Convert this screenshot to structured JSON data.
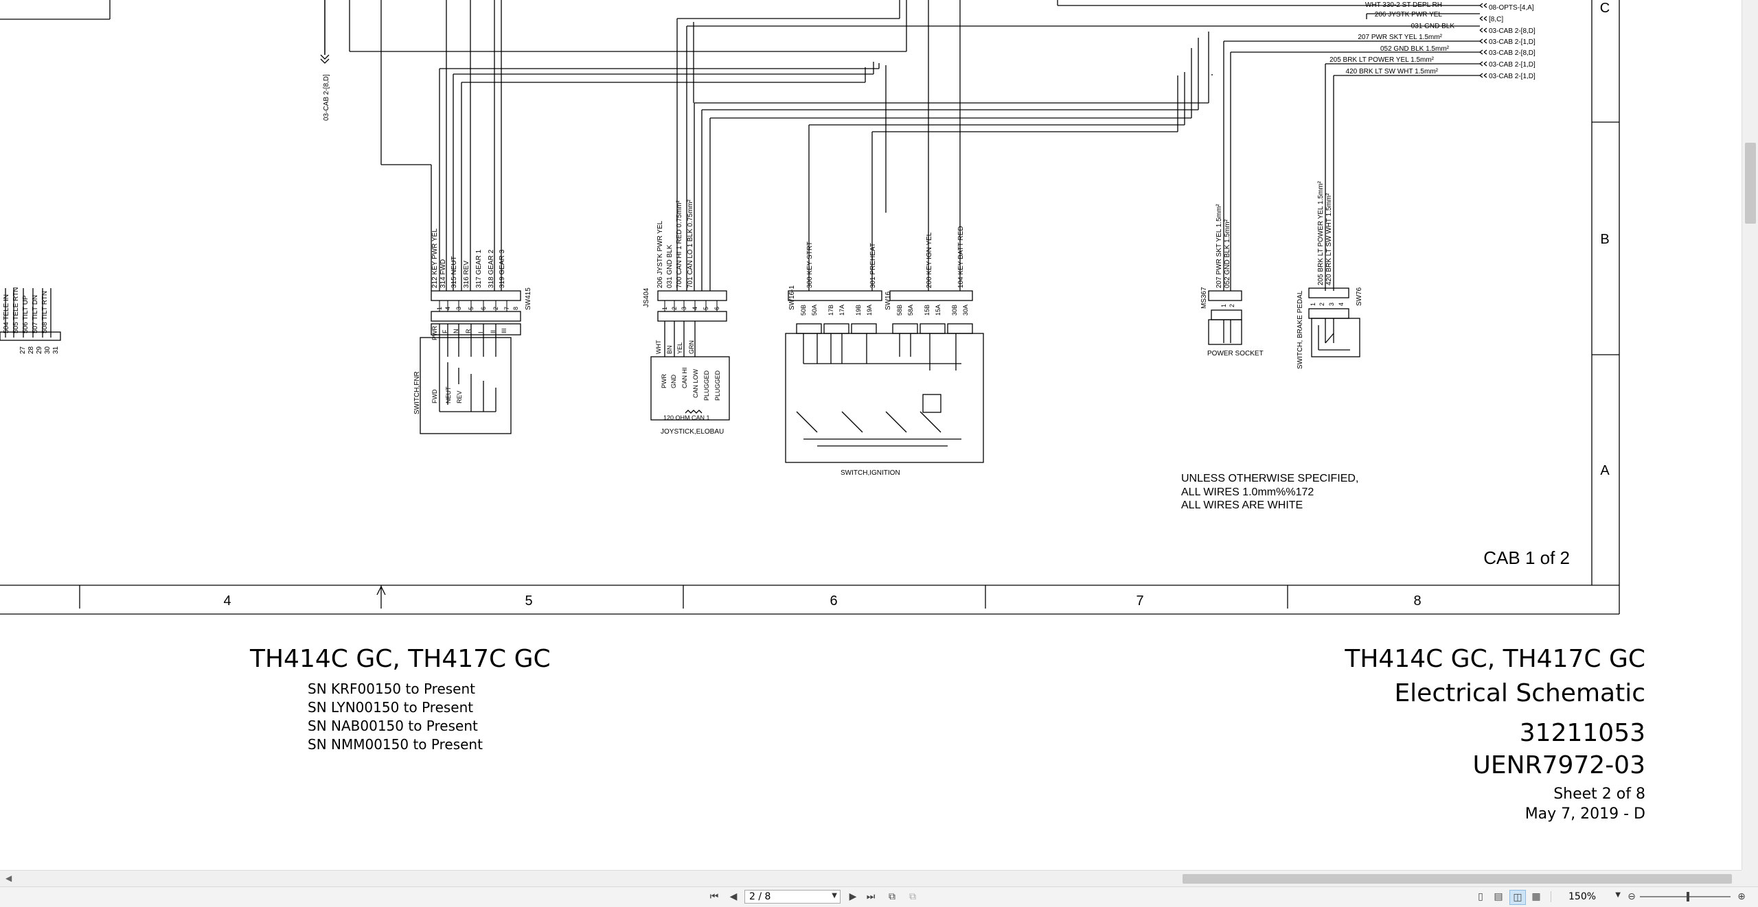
{
  "schematic": {
    "zone_letters": [
      "C",
      "B",
      "A"
    ],
    "zone_numbers": [
      "4",
      "5",
      "6",
      "7",
      "8"
    ],
    "sheet_label": "CAB 1 of 2",
    "note_lines": [
      "UNLESS OTHERWISE SPECIFIED,",
      "ALL WIRES 1.0mm%%172",
      "ALL WIRES ARE WHITE"
    ],
    "right_wires": [
      {
        "label": "WHT 330-2 ST DEPL RH",
        "dest": "08-OPTS-[4,A]"
      },
      {
        "label": "206 JYSTK PWR YEL",
        "dest": "[8,C]"
      },
      {
        "label": "031 GND BLK",
        "dest": "03-CAB 2-[8,D]"
      },
      {
        "label": "207 PWR SKT YEL 1.5mm²",
        "dest": "03-CAB 2-[1,D]"
      },
      {
        "label": "052 GND BLK 1.5mm²",
        "dest": "03-CAB 2-[8,D]"
      },
      {
        "label": "205 BRK LT POWER YEL 1.5mm²",
        "dest": "03-CAB 2-[1,D]"
      },
      {
        "label": "420 BRK LT SW WHT 1.5mm²",
        "dest": "03-CAB 2-[1,D]"
      }
    ],
    "left_offpage": "03-CAB 2-[8,D]",
    "left_wires": [
      "504 TELE IN",
      "505 TELE RTN",
      "506 TILT UP",
      "507 TILT DN",
      "508 TILT RTN"
    ],
    "left_pins": [
      "27",
      "28",
      "29",
      "30",
      "31"
    ],
    "sw415": {
      "ref": "SW415",
      "wires": [
        "212 KEY PWR YEL",
        "314 FWD",
        "315 NEUT",
        "316 REV",
        "317 GEAR 1",
        "318 GEAR 2",
        "319 GEAR 3"
      ],
      "pins": [
        "1",
        "4",
        "3",
        "5",
        "6",
        "2",
        "7",
        "8"
      ],
      "pin_labels": [
        "PWR",
        "F",
        "N",
        "R",
        "I",
        "II",
        "III"
      ],
      "switch_labels": [
        "FWD",
        "NEUT",
        "REV"
      ],
      "name": "SWITCH,FNR"
    },
    "js404": {
      "ref": "JS404",
      "wires": [
        "206 JYSTK PWR YEL",
        "031 GND BLK",
        "700 CAN HI 1 RED 0.75mm²",
        "701 CAN LO 1 BLK 0.75mm²"
      ],
      "pins": [
        "1",
        "2",
        "3",
        "4",
        "5",
        "6"
      ],
      "wire_colors": [
        "WHT",
        "BN",
        "YEL",
        "GRN"
      ],
      "functions": [
        "PWR",
        "GND",
        "CAN HI",
        "CAN LOW",
        "PLUGGED",
        "PLUGGED"
      ],
      "resistor": "120 OHM CAN 1",
      "name": "JOYSTICK,ELOBAU"
    },
    "sw16": {
      "ref1": "SW16-1",
      "ref2": "SW16",
      "wires": [
        "300 KEY STRT",
        "301 PREHEAT",
        "200 KEY IGN YEL",
        "104 KEY BATT RED"
      ],
      "pins": [
        "50B",
        "50A",
        "17B",
        "17A",
        "19B",
        "19A",
        "58B",
        "58A",
        "15B",
        "15A",
        "30B",
        "30A"
      ],
      "name": "SWITCH,IGNITION"
    },
    "ms367": {
      "ref": "MS367",
      "wires": [
        "207 PWR SKT YEL 1.5mm²",
        "052 GND BLK 1.5mm²"
      ],
      "pins": [
        "1",
        "2"
      ],
      "name": "POWER SOCKET"
    },
    "sw76": {
      "ref": "SW76",
      "wires": [
        "205 BRK LT POWER YEL 1.5mm²",
        "420 BRK LT SW WHT 1.5mm²"
      ],
      "pins": [
        "1",
        "2",
        "3",
        "4"
      ],
      "name": "SWITCH, BRAKE PEDAL"
    }
  },
  "title_block": {
    "left_title": "TH414C GC, TH417C GC",
    "serials": [
      "SN KRF00150 to Present",
      "SN LYN00150 to Present",
      "SN NAB00150 to Present",
      "SN NMM00150 to Present"
    ],
    "right_title": "TH414C GC, TH417C GC",
    "right_subtitle": "Electrical Schematic",
    "part_number": "31211053",
    "doc_number": "UENR7972-03",
    "sheet": "Sheet 2 of 8",
    "date": "May 7, 2019 - D"
  },
  "statusbar": {
    "page_value": "2 / 8",
    "zoom_value": "150%"
  }
}
